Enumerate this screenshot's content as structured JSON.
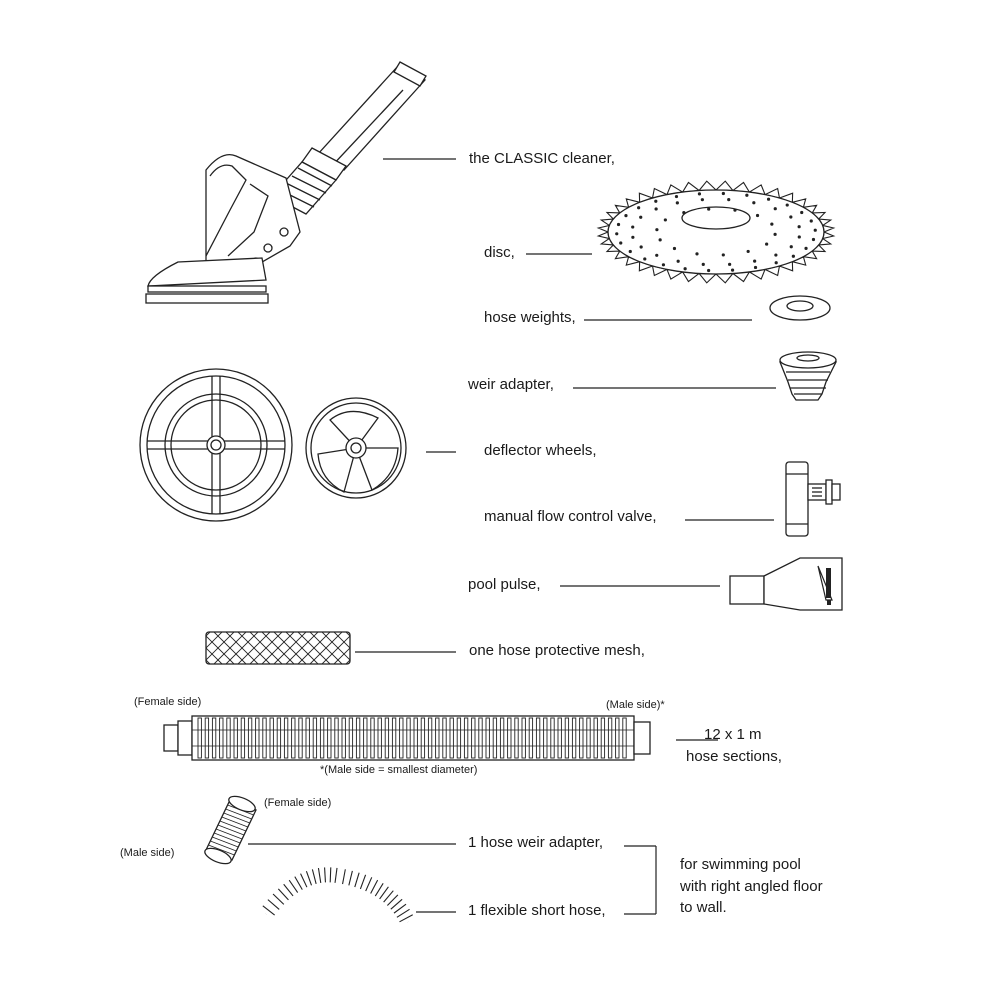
{
  "labels": {
    "cleaner": "the CLASSIC cleaner,",
    "disc": "disc,",
    "hose_weights": "hose weights,",
    "weir_adapter": "weir adapter,",
    "deflector_wheels": "deflector wheels,",
    "flow_valve": "manual flow control valve,",
    "pool_pulse": "pool pulse,",
    "mesh": "one hose protective mesh,",
    "hose_sections_qty": "12 x 1 m",
    "hose_sections": "hose sections,",
    "hose_weir_adapter": "1 hose weir adapter,",
    "short_hose": "1 flexible short hose,",
    "note_line1": "for swimming pool",
    "note_line2": "with right angled floor",
    "note_line3": "to wall."
  },
  "annotations": {
    "hose_female": "(Female side)",
    "hose_male": "(Male side)*",
    "hose_footnote": "*(Male side = smallest diameter)",
    "adapter_female": "(Female side)",
    "adapter_male": "(Male side)"
  }
}
